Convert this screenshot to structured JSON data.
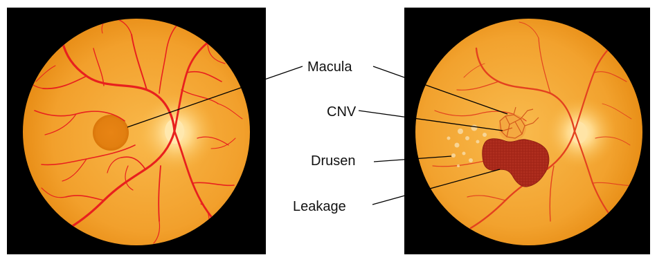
{
  "labels": {
    "macula": "Macula",
    "cnv": "CNV",
    "drusen": "Drusen",
    "leakage": "Leakage"
  },
  "colors": {
    "background": "#000000",
    "retina_light": "#f7b441",
    "retina_dark": "#e88a12",
    "vessel": "#e8201e",
    "macula": "#e27f10",
    "optic_disc": "#ffe3a0",
    "leakage": "#a8281a",
    "drusen": "#f8e0b0",
    "label_text": "#111111"
  }
}
